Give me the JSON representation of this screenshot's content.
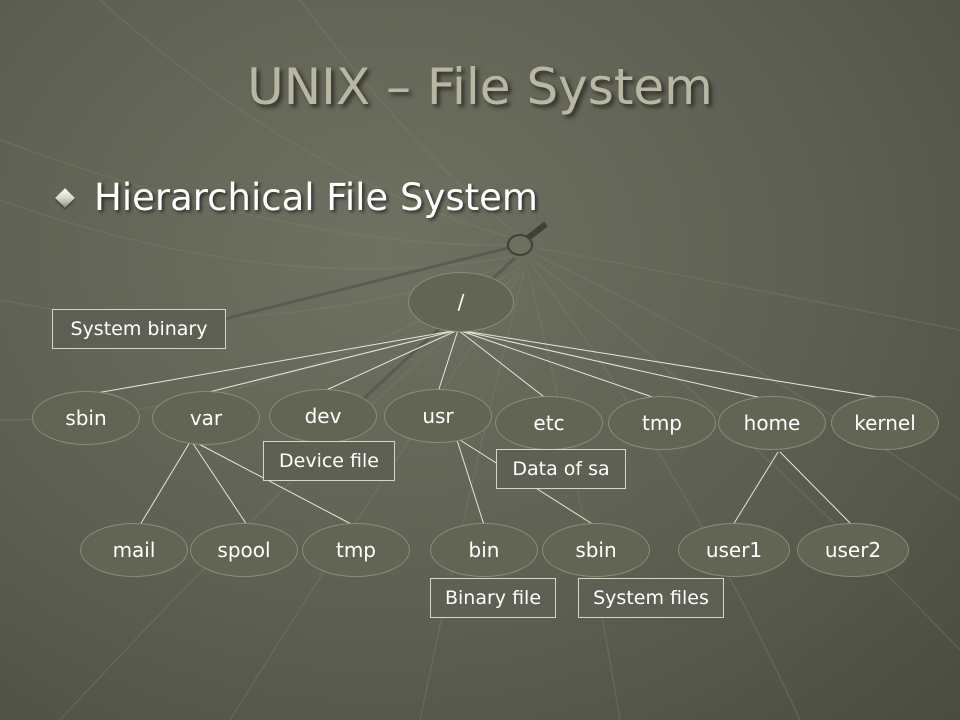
{
  "slide": {
    "title": "UNIX – File System",
    "bullet": "Hierarchical File System"
  },
  "tree": {
    "root": "/",
    "top_level": [
      "sbin",
      "var",
      "dev",
      "usr",
      "etc",
      "tmp",
      "home",
      "kernel"
    ],
    "var_children": [
      "mail",
      "spool",
      "tmp"
    ],
    "usr_children": [
      "bin",
      "sbin"
    ],
    "home_children": [
      "user1",
      "user2"
    ]
  },
  "notes": {
    "system_binary": "System binary",
    "device_file": "Device file",
    "data_of_sa": "Data of sa",
    "binary_file": "Binary file",
    "system_files": "System files"
  },
  "colors": {
    "background": "#5d5f52",
    "title": "#b9b7a3",
    "node_fill": "#626553",
    "edge": "#e6e6da",
    "note_border": "#d6d6c4"
  }
}
